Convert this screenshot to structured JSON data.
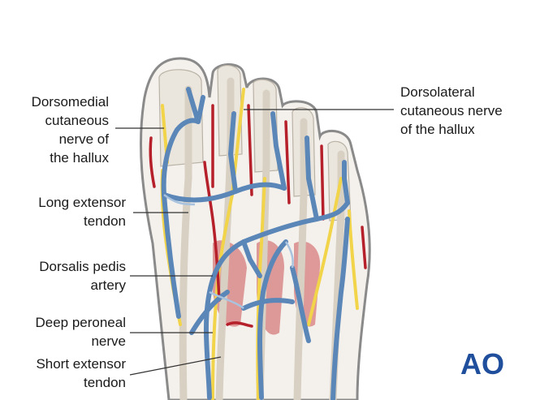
{
  "labels_left": [
    {
      "id": "dorsomedial",
      "lines": [
        "Dorsomedial",
        "cutaneous",
        "nerve of",
        "the hallux"
      ]
    },
    {
      "id": "long-extensor",
      "lines": [
        "Long extensor",
        "tendon"
      ]
    },
    {
      "id": "dorsalis-pedis",
      "lines": [
        "Dorsalis pedis",
        "artery"
      ]
    },
    {
      "id": "deep-peroneal",
      "lines": [
        "Deep peroneal",
        "nerve"
      ]
    },
    {
      "id": "short-extensor",
      "lines": [
        "Short extensor",
        "tendon"
      ]
    }
  ],
  "labels_right": [
    {
      "id": "dorsolateral",
      "lines": [
        "Dorsolateral",
        "cutaneous nerve",
        "of the hallux"
      ]
    }
  ],
  "logo": {
    "text": "AO",
    "color": "#1f4e9c"
  },
  "colors": {
    "outline": "#8a8a8a",
    "skin": "#f4f1ec",
    "tendon": "#e6e0d4",
    "muscle": "#d98a8a",
    "vein": "#5b86b8",
    "vein_light": "#a9c3df",
    "nerve": "#f2d44a",
    "artery": "#b6202a"
  }
}
